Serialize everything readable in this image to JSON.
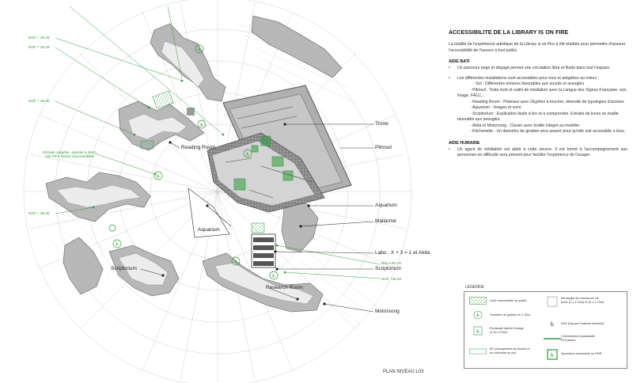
{
  "plan": {
    "title": "PLAN NIVEAU L03",
    "labels": {
      "trone": "Trone",
      "plimsol": "Plimsol",
      "reading_room": "Reading Room",
      "aquarium_right": "Aquarium",
      "mallarme": "Mallarmé",
      "aquarium_center": "Aquarium",
      "labo": "Labo , X + 3 = 1 et Akita",
      "scriptorium_right": "Scriptorium",
      "scriptorium_left": "Scriptorium",
      "research_room": "Research Room",
      "motorsong": "Motorsong"
    },
    "annotations": {
      "ngf1": "NGF + 36.30",
      "ngf2": "NGF + 36.29",
      "ngf3": "NGF + 36.30",
      "estrade": "Estrade adaptée, assises à 48cm\nVoir P9.5 Notice d'accessibilité",
      "ngf4": "NGF + 36.30",
      "dist": "Dist ≥ 90 cm",
      "ngf5": "NGF +36.30"
    }
  },
  "text": {
    "title": "ACCESSIBILITE DE LA LIBRARY IS ON FIRE",
    "intro": "La totalité de l'expérience artistique de la Library is on Fire à été étudiée pour permettre d'assurer l'accessibilité de l'oeuvre à tout public.",
    "aide_bati": "AIDE BATI",
    "bullet1": "Un parcours large et dégagé permet une circulation libre et fluide dans tout l'espace.",
    "bullet2": "Les différentes installations sont accessibles pour tous et adaptées au mieux :",
    "sub1": "- Sol : Différentes textures favorables aux sourds et aveugles",
    "sub2": "- Plimsol : Texte écrit et outils de médiation avec la Langue des Signes Française, son, image, FALC...",
    "sub3": "- Reading Room : Plateaux avec Glyphes à toucher, diversité de typologies d'assises",
    "sub4": "- Aquarium : Images et sons",
    "sub5": "- Scriptorium : Explication facile à lire et à comprendre. Extraits de livres en braille favorable aux aveugles.",
    "sub6": "- Akita et Motorsong : Clavier avec braille intégré au mobilier",
    "sub7": "- Kitchenette : Un diamètre de giration sera assuré pour qu'elle soit accessible à tous.",
    "aide_humaine": "AIDE HUMAINE",
    "bullet3": "Un agent de médiation est attiré à cette oeuvre. Il est formé à l'accompagnement aux personnes en difficulté sera présent pour faciliter l'expérience de l'usager."
  },
  "legend": {
    "title": "LEGENDE",
    "items": {
      "zone": "Zone inaccessible au public",
      "diametre": "Diamètre de giration de 1.50m",
      "rect_lateral": "Rectangle latéral d'usage\n(1.30 x 0.8m)",
      "bv": "BV (changement de texture et\nde contraste au sol)",
      "rect_manoeuvre": "Rectangle de manoeuvre de\nporte (X x 2.20m) et (X x 1.70m)",
      "eas": "EAS (Espace d'attente sécurisé)",
      "cheminement": "Cheminement podotactile\nFil d'ariane",
      "ascenseur": "Ascenseur accessible au PMR"
    }
  },
  "colors": {
    "accent_green": "#2f9a3a",
    "wall_gray": "#9a9a9a",
    "building_gray": "#bdbdbd"
  }
}
